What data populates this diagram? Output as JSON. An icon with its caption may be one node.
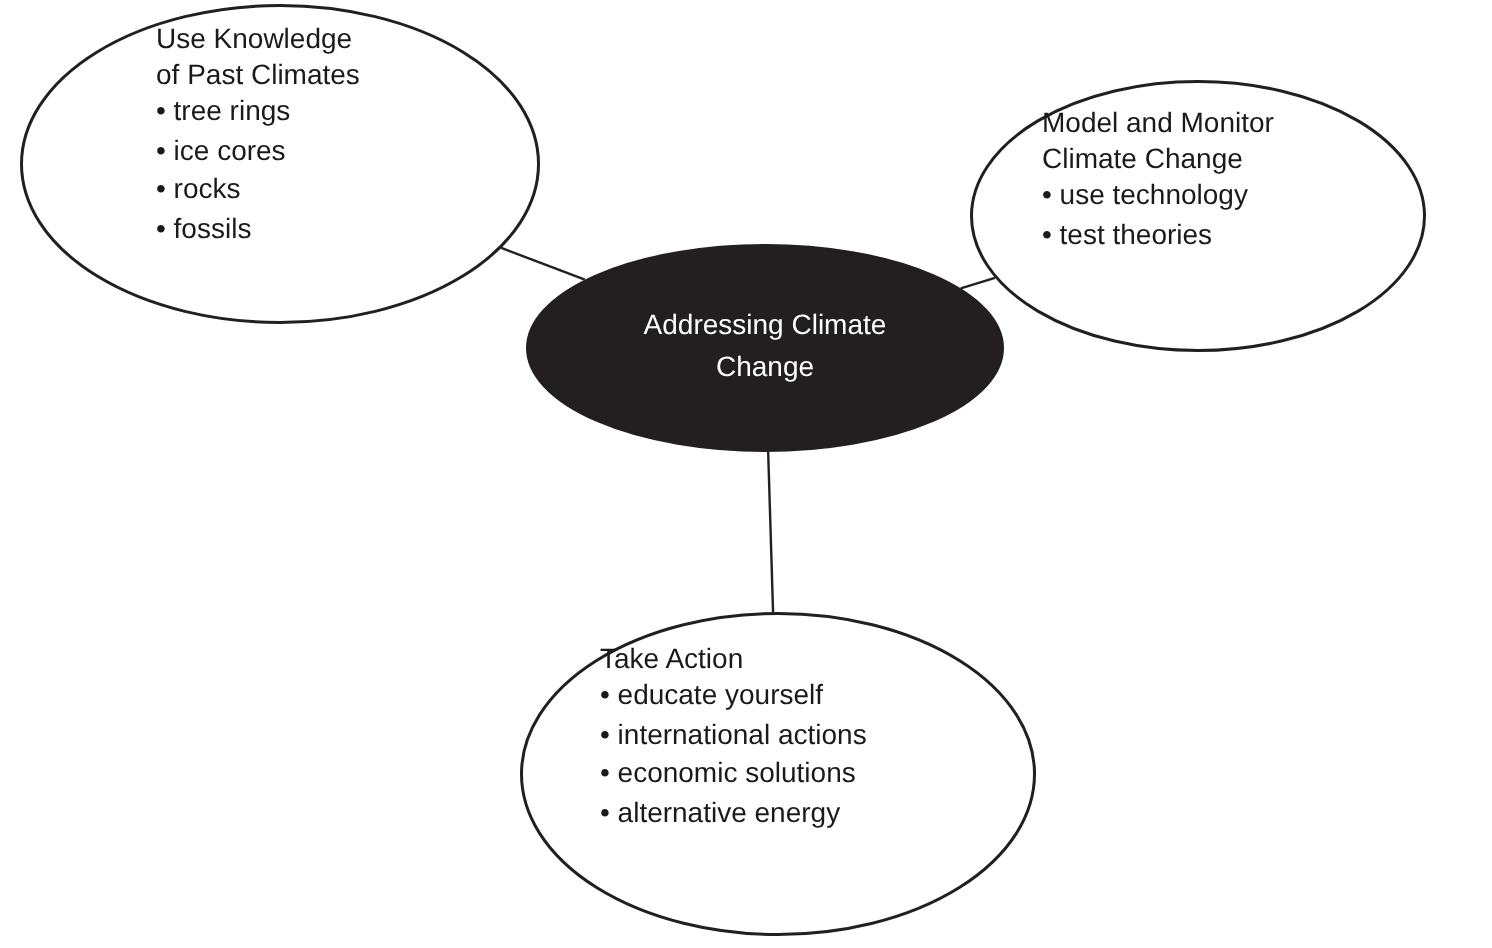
{
  "diagram": {
    "nodes": [
      {
        "text": [
          "Addressing Climate Change"
        ]
      },
      {
        "text": [
          "Use Knowledge of Past Climates",
          "• tree rings",
          "• ice cores",
          "• rocks",
          "• fossils"
        ]
      },
      {
        "text": [
          "Model and Monitor Climate Change",
          "• use technology",
          "• test theories"
        ]
      },
      {
        "text": [
          "Take Action",
          "• educate yourself",
          "• international actions",
          "• economic solutions",
          "• alternative energy"
        ]
      }
    ],
    "edges": [
      {
        "from": 1,
        "to": 0,
        "arrow": "none"
      },
      {
        "from": 2,
        "to": 0,
        "arrow": "none"
      },
      {
        "from": 0,
        "to": 3,
        "arrow": "none"
      }
    ]
  }
}
